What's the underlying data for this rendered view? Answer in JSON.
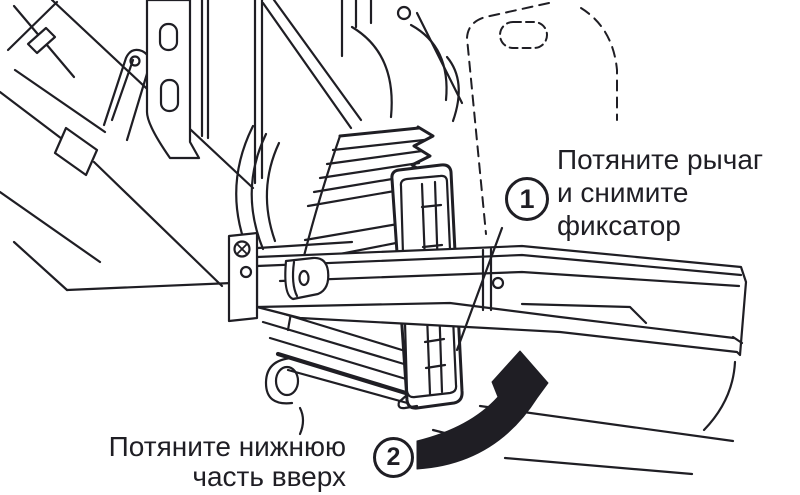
{
  "figure": {
    "type": "car-service-manual-illustration",
    "background": "#ffffff",
    "ink_color": "#1f1e24",
    "subject": "heater-unit-and-cabin-filter-cover-removal",
    "steps": [
      {
        "number": "1",
        "lines": [
          "Потяните рычаг",
          "и снимите",
          "фиксатор"
        ]
      },
      {
        "number": "2",
        "lines": [
          "Потяните нижнюю",
          "часть вверх"
        ]
      }
    ],
    "arrow": {
      "name": "curved-up-arrow",
      "direction": "up",
      "color": "#1f1e24"
    }
  }
}
